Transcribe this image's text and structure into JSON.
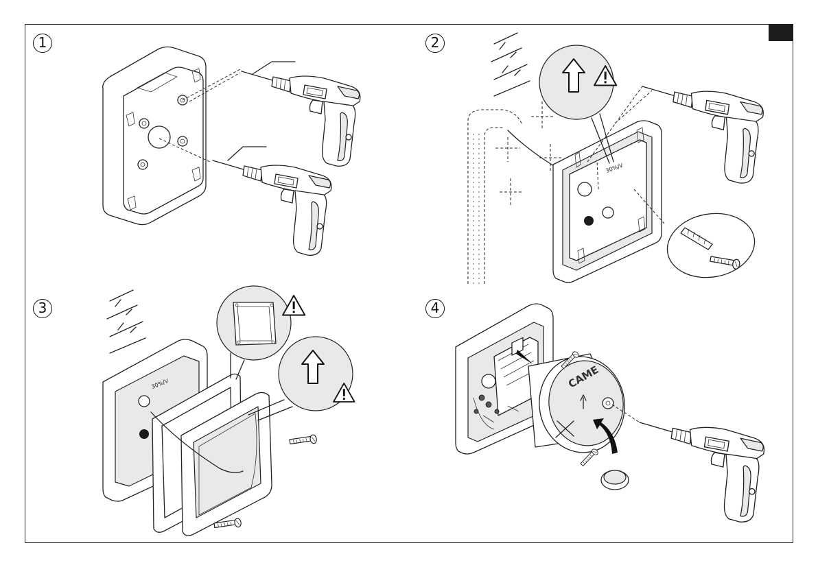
{
  "steps": [
    {
      "number": "1"
    },
    {
      "number": "2"
    },
    {
      "number": "3"
    },
    {
      "number": "4"
    }
  ],
  "box_marking": "30%/V",
  "logo_text": "CAME"
}
